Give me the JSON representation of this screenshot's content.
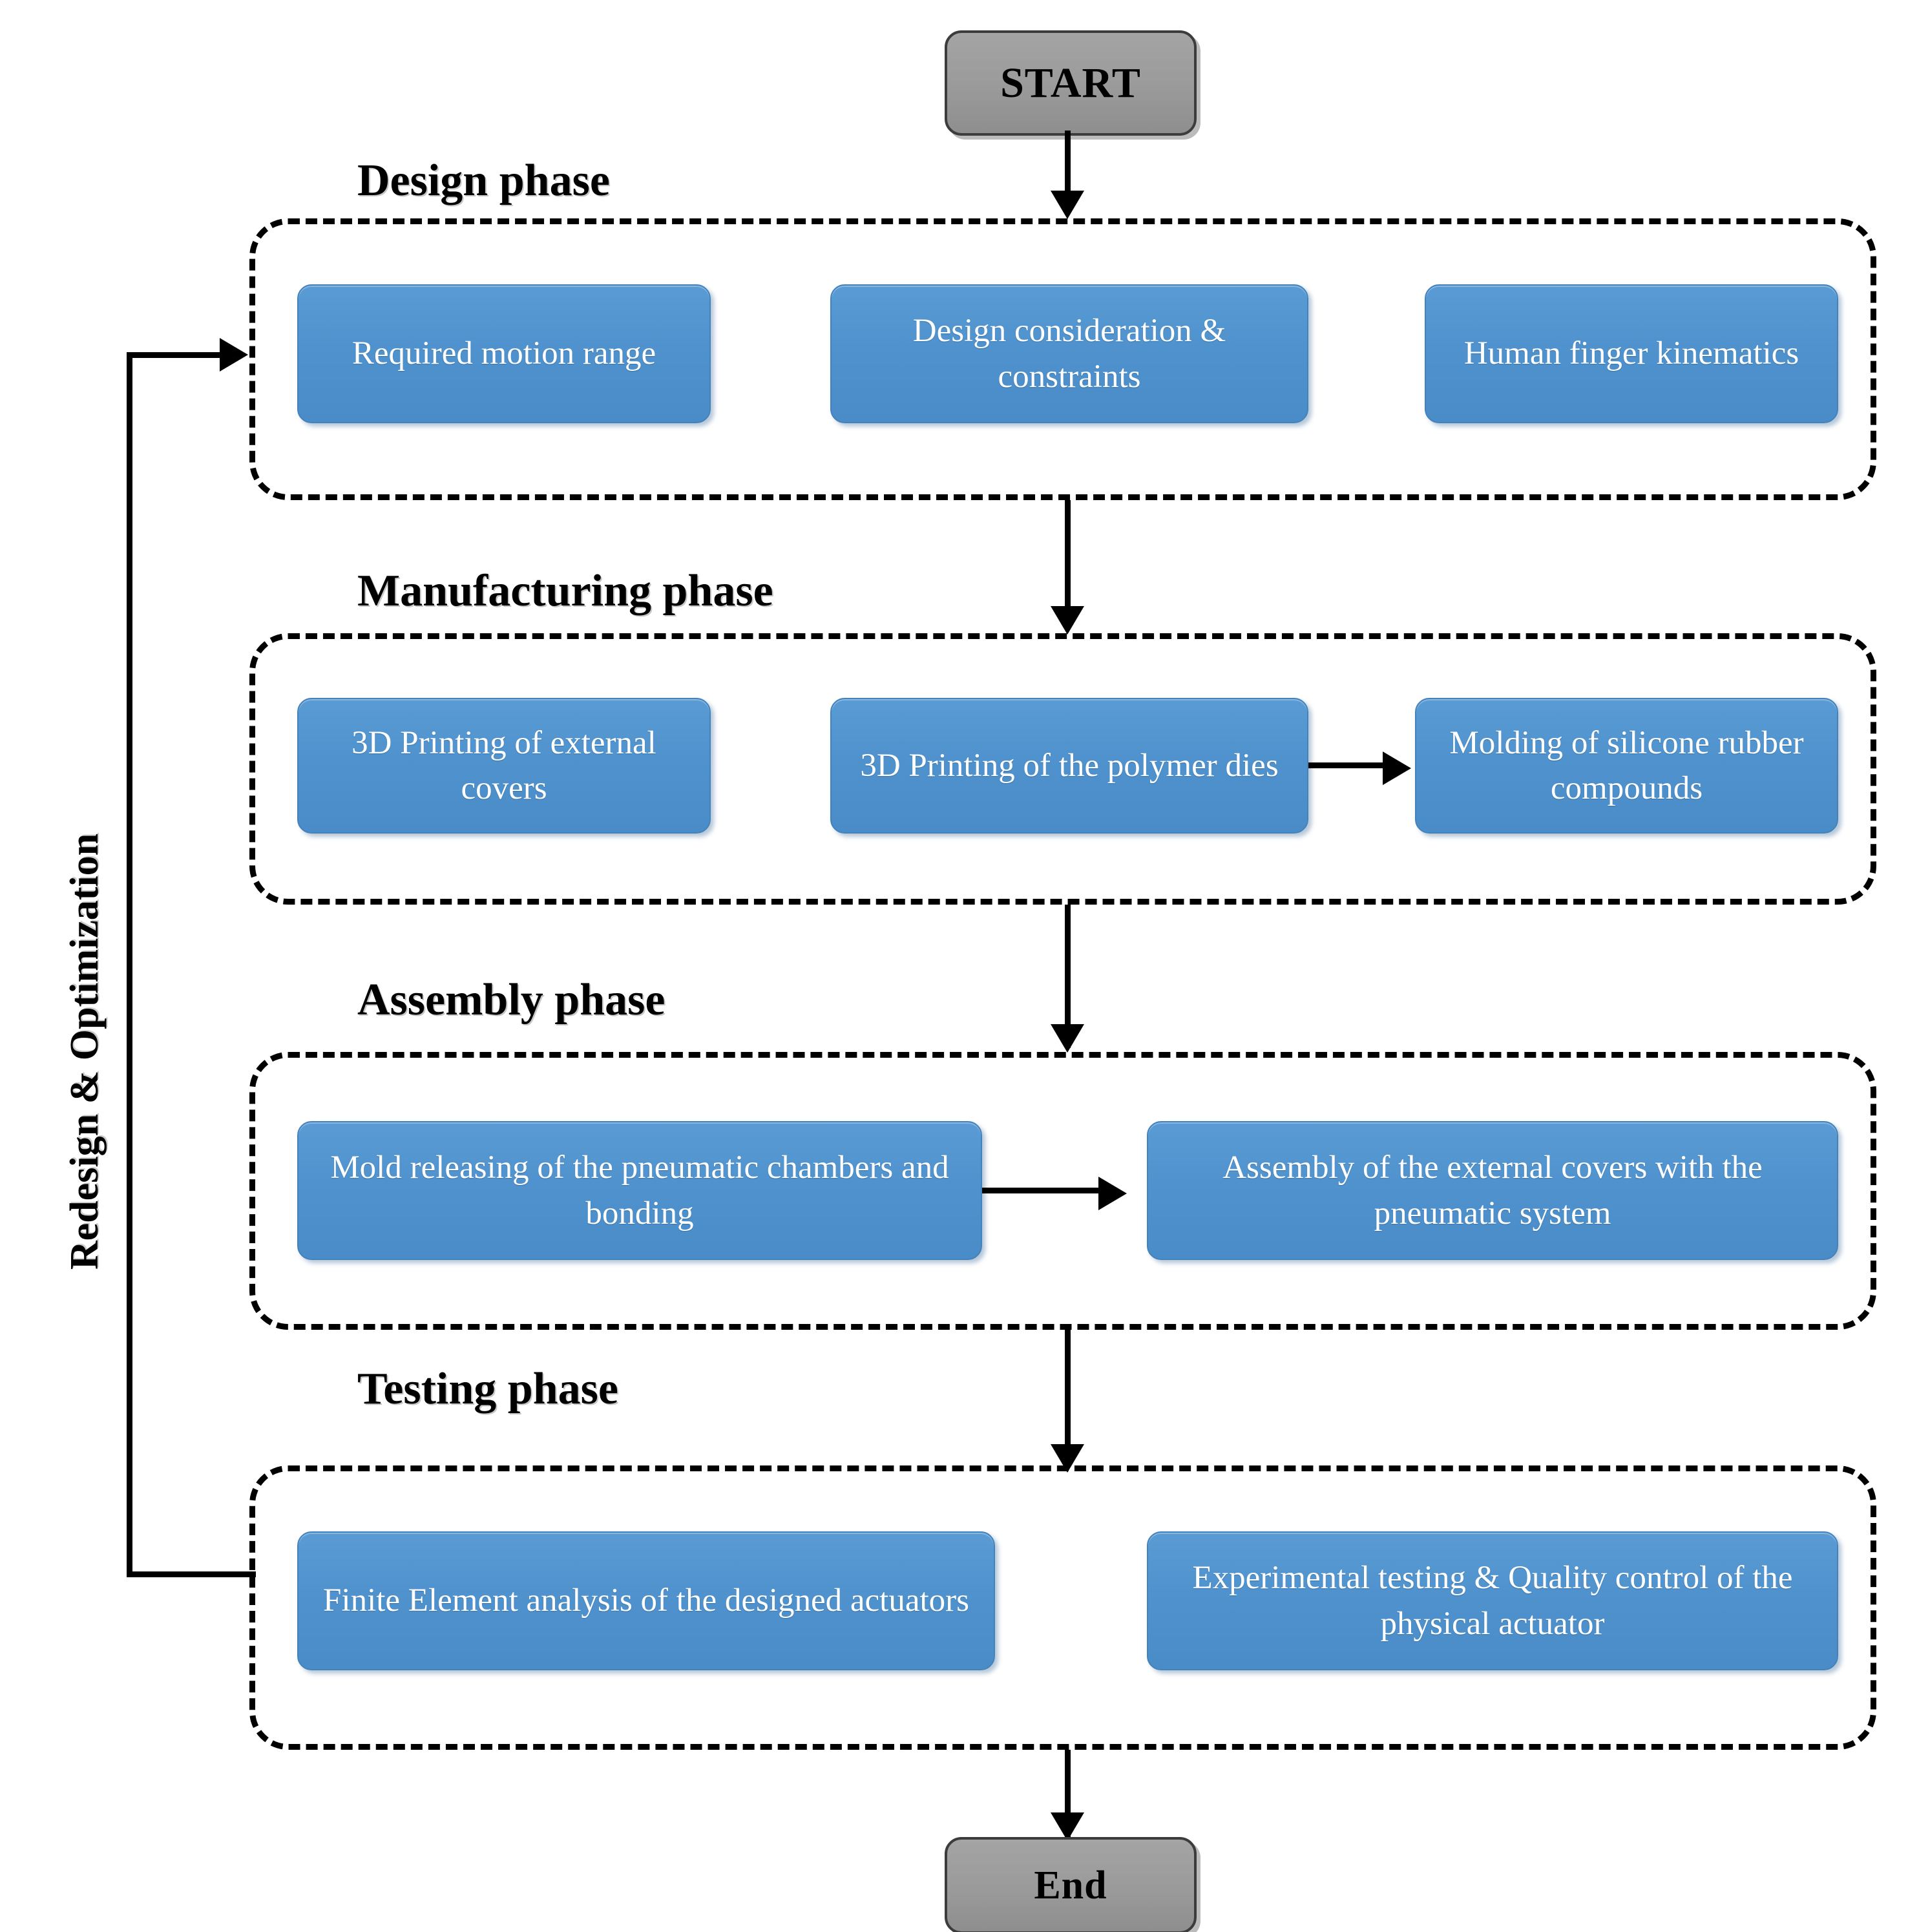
{
  "diagram": {
    "title_vertical": "Redesign & Optimization",
    "start_label": "START",
    "end_label": "End",
    "colors": {
      "step_fill": "#4f92cd",
      "terminator_fill": "#9a9a9a",
      "line": "#000000",
      "text_on_step": "#ffffff",
      "background": "#ffffff"
    },
    "phases": [
      {
        "title": "Design phase",
        "steps": [
          {
            "label": "Required motion range"
          },
          {
            "label": "Design consideration & constraints"
          },
          {
            "label": "Human finger kinematics"
          }
        ]
      },
      {
        "title": "Manufacturing phase",
        "steps": [
          {
            "label": "3D Printing of external covers"
          },
          {
            "label": "3D Printing of the polymer dies"
          },
          {
            "label": "Molding of silicone rubber compounds"
          }
        ]
      },
      {
        "title": "Assembly phase",
        "steps": [
          {
            "label": "Mold releasing of the pneumatic chambers  and bonding"
          },
          {
            "label": "Assembly of the external covers with the pneumatic system"
          }
        ]
      },
      {
        "title": "Testing phase",
        "steps": [
          {
            "label": "Finite Element analysis of the designed actuators"
          },
          {
            "label": "Experimental testing & Quality control of the physical actuator"
          }
        ]
      }
    ],
    "connectors": [
      {
        "name": "start-to-design",
        "type": "arrow-down"
      },
      {
        "name": "design-to-manufacturing",
        "type": "arrow-down"
      },
      {
        "name": "manufacturing-to-assembly",
        "type": "arrow-down"
      },
      {
        "name": "assembly-to-testing",
        "type": "arrow-down"
      },
      {
        "name": "testing-to-end",
        "type": "arrow-down"
      },
      {
        "name": "polymer-dies-to-molding",
        "type": "arrow-right"
      },
      {
        "name": "mold-releasing-to-assembly",
        "type": "arrow-right"
      },
      {
        "name": "feedback-loop",
        "type": "polyline-arrow-right"
      }
    ]
  }
}
